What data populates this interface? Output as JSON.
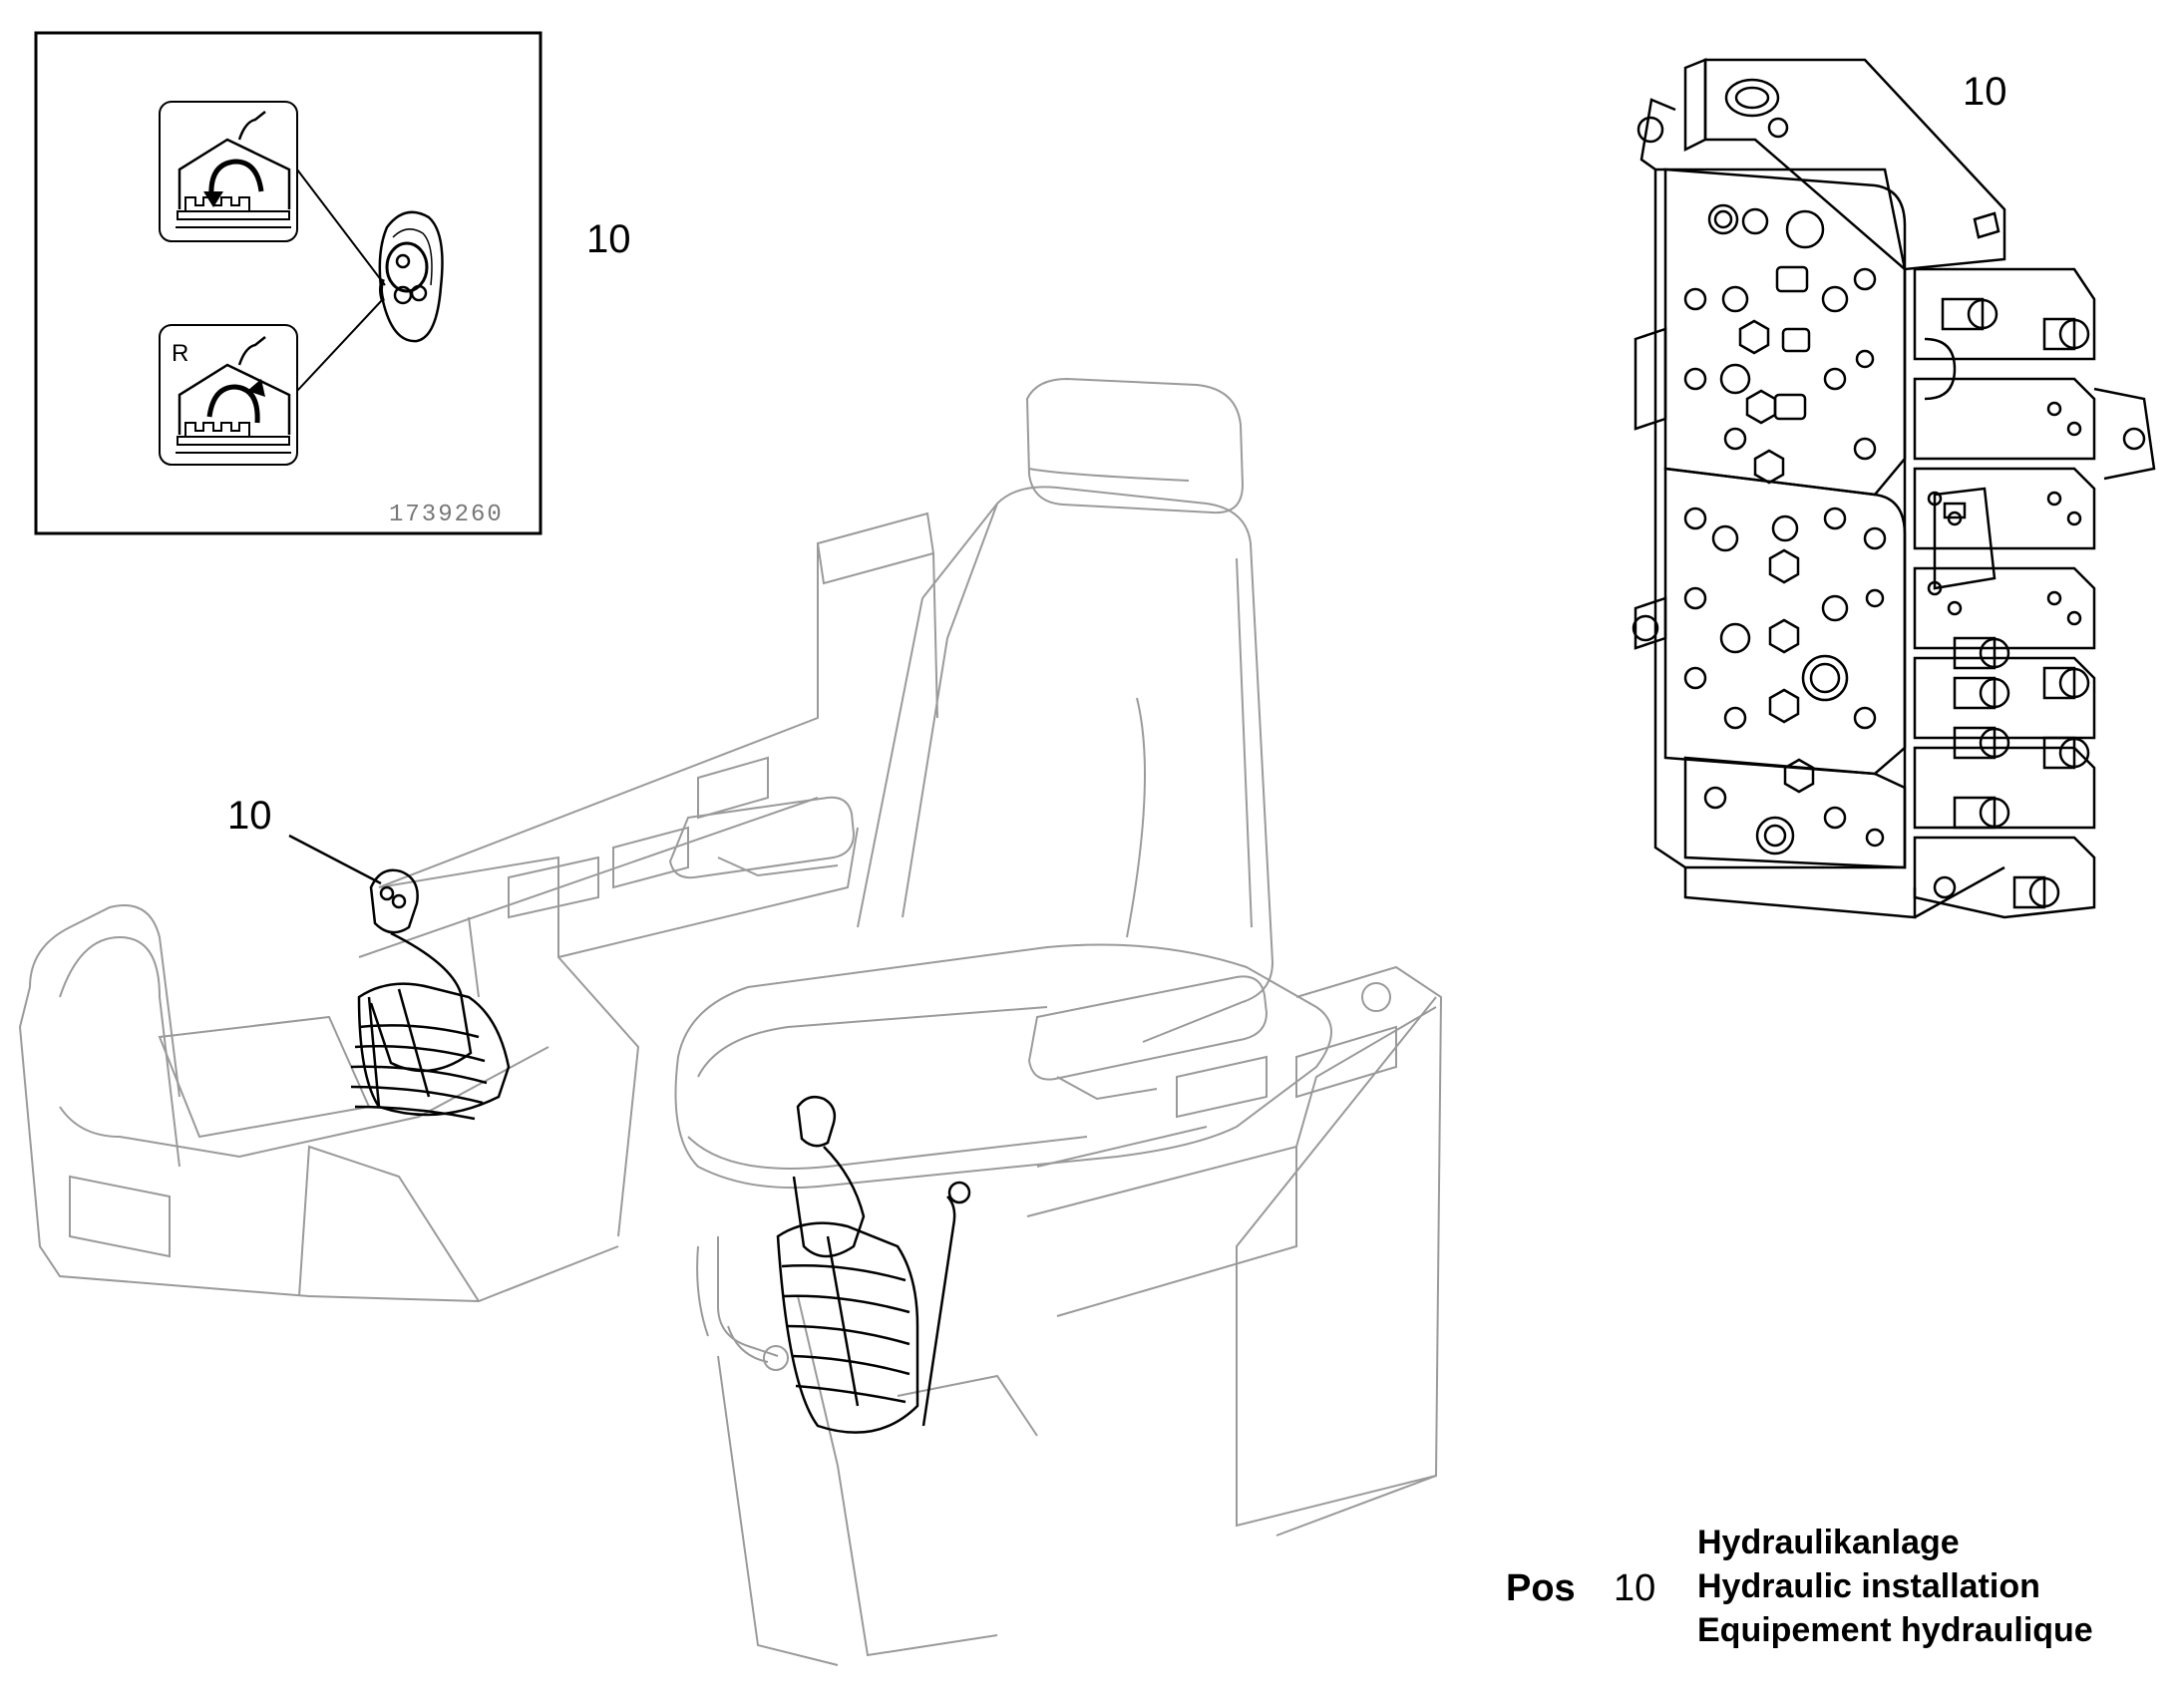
{
  "inset": {
    "drawing_number": "1739260",
    "callout": "10",
    "symbol_rotate_cw": "rotate-clockwise-symbol-icon",
    "symbol_rotate_ccw": "rotate-counterclockwise-symbol-icon",
    "symbol_r_letter": "R",
    "switch": "rotary-switch-icon"
  },
  "callouts": {
    "valve_block": "10",
    "joystick": "10"
  },
  "legend": {
    "pos_label": "Pos",
    "pos_number": "10",
    "line_de": "Hydraulikanlage",
    "line_en": "Hydraulic installation",
    "line_fr": "Equipement hydraulique"
  },
  "colors": {
    "ink": "#000000",
    "faint": "#9a9a9a"
  },
  "icons": {
    "seat": "operator-seat-icon",
    "left_console": "left-control-console-icon",
    "right_console": "right-control-console-icon",
    "joystick_left": "left-joystick-icon",
    "joystick_right": "right-joystick-icon",
    "valve": "control-valve-block-icon"
  }
}
